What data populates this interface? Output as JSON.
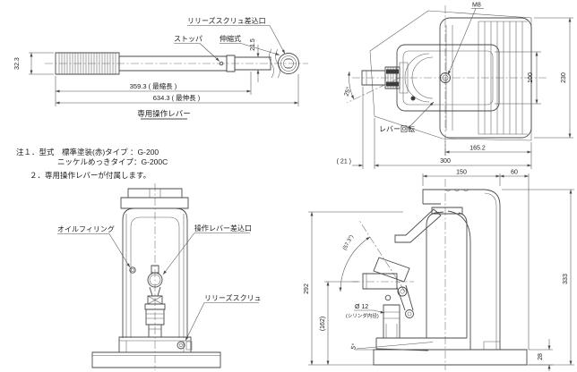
{
  "drawing": {
    "lever": {
      "title": "専用操作レバー",
      "label_release_socket": "リリーズスクリュ差込口",
      "label_stopper": "ストッパ",
      "label_telescopic": "伸縮式",
      "dim_dia_grip": "32.3",
      "dim_dia_tip": "21.5",
      "dim_retracted": "359.3 ( 最縮長 )",
      "dim_extended": "634.3 ( 最伸長 )"
    },
    "notes": {
      "line1": "注１．型式　標準塗装(赤)タイプ ：G-200",
      "line2": "ニッケルめっきタイプ：G-200C",
      "line3": "２．専用操作レバーが付属します。"
    },
    "plan": {
      "label_m8": "M8",
      "label_lever_rotation": "レバー回転",
      "dim_angle": "25°",
      "dim_inner_width": "100",
      "dim_overall_width": "230",
      "dim_claw_offset": "165.2",
      "dim_length": "300",
      "dim_socket": "( 21 )"
    },
    "front": {
      "label_oil_filling": "オイルフィリング",
      "label_lever_socket": "操作レバー差込口",
      "label_release_screw": "リリーズスクリュ"
    },
    "side": {
      "dim_150": "150",
      "dim_60": "60",
      "dim_292": "292",
      "dim_162": "(162)",
      "dim_angle57": "(57.3°)",
      "dim_angle5": "5°",
      "dim_cyl_dia": "Ø 12",
      "dim_cyl_dia_note": "(シリンダ内径)",
      "dim_333": "333",
      "dim_28": "28"
    }
  }
}
